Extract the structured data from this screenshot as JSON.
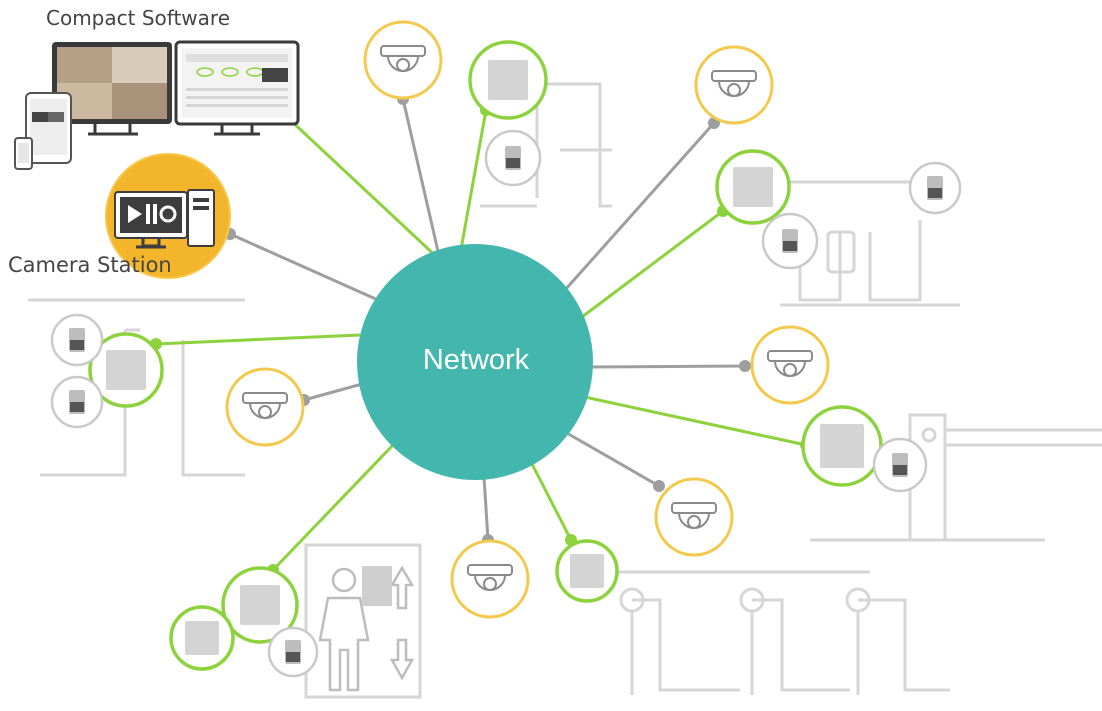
{
  "hub": {
    "label": "Network",
    "color": "#43b7ad"
  },
  "labels": {
    "compact_software": "Compact Software",
    "camera_station": "Camera Station"
  },
  "colors": {
    "green": "#8cd23c",
    "yellow": "#f2c94c",
    "gray_line": "#9e9e9e",
    "device": "#cfcfcf",
    "scenery": "#d8d8d8"
  },
  "icons": {
    "camera": "dome-camera-icon",
    "controller": "door-controller-icon",
    "reader": "card-reader-icon",
    "station": "camera-station-icon"
  }
}
